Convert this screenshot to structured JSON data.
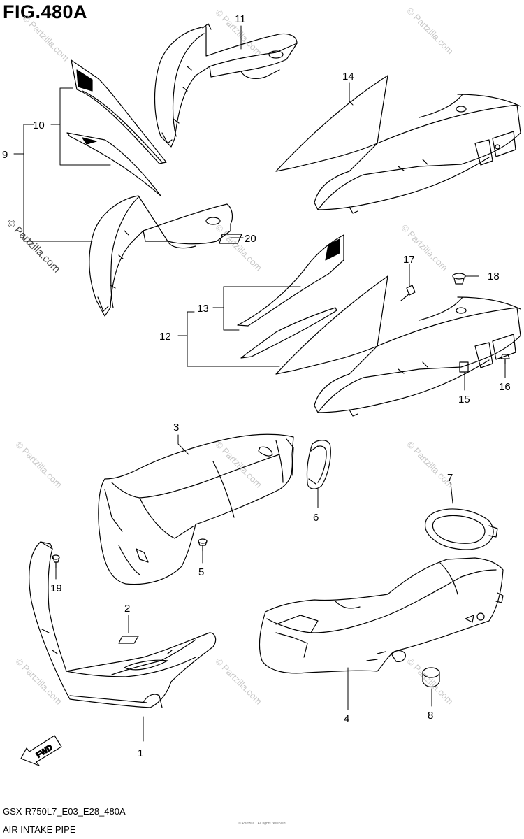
{
  "figure_title": "FIG.480A",
  "footer": {
    "model_code": "GSX-R750L7_E03_E28_480A",
    "section_name": "AIR INTAKE PIPE",
    "small_print": "© Partzilla · All rights reserved"
  },
  "watermark": "© Partzilla.com",
  "fwd_label": "FWD",
  "callouts": [
    "1",
    "2",
    "3",
    "4",
    "5",
    "6",
    "7",
    "8",
    "9",
    "10",
    "11",
    "12",
    "13",
    "14",
    "15",
    "16",
    "17",
    "18",
    "19",
    "20"
  ]
}
